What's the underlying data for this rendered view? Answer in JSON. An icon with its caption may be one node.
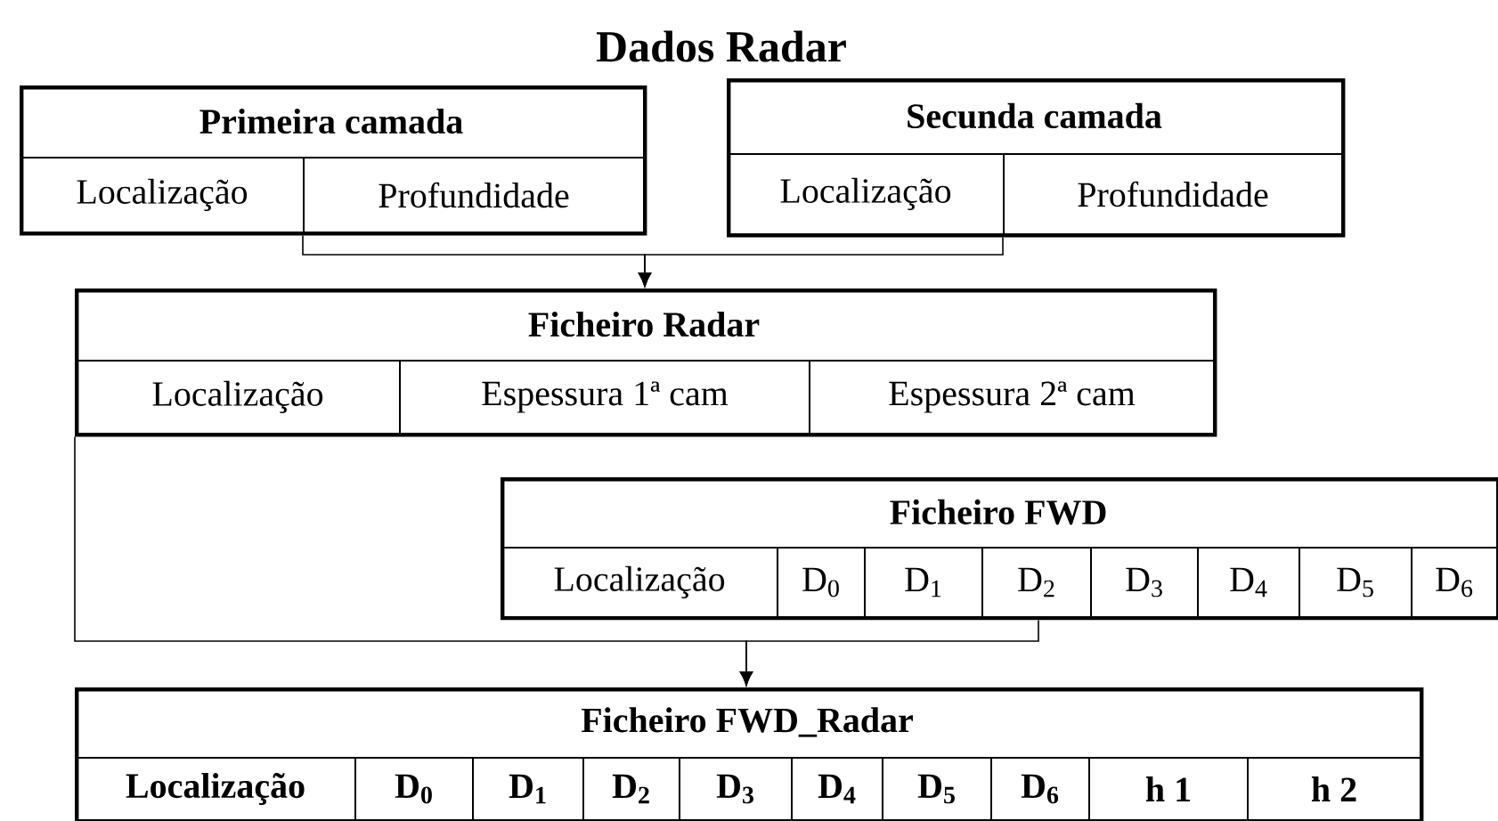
{
  "diagram": {
    "title": "Dados Radar",
    "nodes": [
      {
        "text": [
          "Primeira camada"
        ]
      },
      {
        "text": [
          "Localização"
        ],
        "in": 0
      },
      {
        "text": [
          "Profundidade"
        ],
        "in": 0
      },
      {
        "text": [
          "Secunda camada"
        ]
      },
      {
        "text": [
          "Localização"
        ],
        "in": 3
      },
      {
        "text": [
          "Profundidade"
        ],
        "in": 3
      },
      {
        "text": [
          "Ficheiro  Radar"
        ]
      },
      {
        "text": [
          "Localização"
        ],
        "in": 6
      },
      {
        "text": [
          "Espessura 1ª cam"
        ],
        "in": 6
      },
      {
        "text": [
          "Espessura 2ª cam"
        ],
        "in": 6
      },
      {
        "text": [
          "Ficheiro FWD"
        ]
      },
      {
        "text": [
          "Localização"
        ],
        "in": 10
      },
      {
        "text": [
          "D$_{0}$"
        ],
        "in": 10
      },
      {
        "text": [
          "D$_{1}$"
        ],
        "in": 10
      },
      {
        "text": [
          "D$_{2}$"
        ],
        "in": 10
      },
      {
        "text": [
          "D$_{3}$"
        ],
        "in": 10
      },
      {
        "text": [
          "D$_{4}$"
        ],
        "in": 10
      },
      {
        "text": [
          "D$_{5}$"
        ],
        "in": 10
      },
      {
        "text": [
          "D$_{6}$"
        ],
        "in": 10
      },
      {
        "text": [
          "Ficheiro FWD_Radar"
        ]
      },
      {
        "text": [
          "Localização"
        ],
        "in": 19
      },
      {
        "text": [
          "D$_{0}$"
        ],
        "in": 19
      },
      {
        "text": [
          "D$_{1}$"
        ],
        "in": 19
      },
      {
        "text": [
          "D$_{2}$"
        ],
        "in": 19
      },
      {
        "text": [
          "D$_{3}$"
        ],
        "in": 19
      },
      {
        "text": [
          "D$_{4}$"
        ],
        "in": 19
      },
      {
        "text": [
          "D$_{5}$"
        ],
        "in": 19
      },
      {
        "text": [
          "D$_{6}$"
        ],
        "in": 19
      },
      {
        "text": [
          "h 1"
        ],
        "in": 19
      },
      {
        "text": [
          "h 2"
        ],
        "in": 19
      }
    ],
    "edges": [
      {
        "from": 0,
        "to": 6,
        "arrow": "to"
      },
      {
        "from": 3,
        "to": 6,
        "arrow": "to"
      },
      {
        "from": 6,
        "to": 19,
        "arrow": "to"
      },
      {
        "from": 10,
        "to": 19,
        "arrow": "to"
      }
    ]
  }
}
